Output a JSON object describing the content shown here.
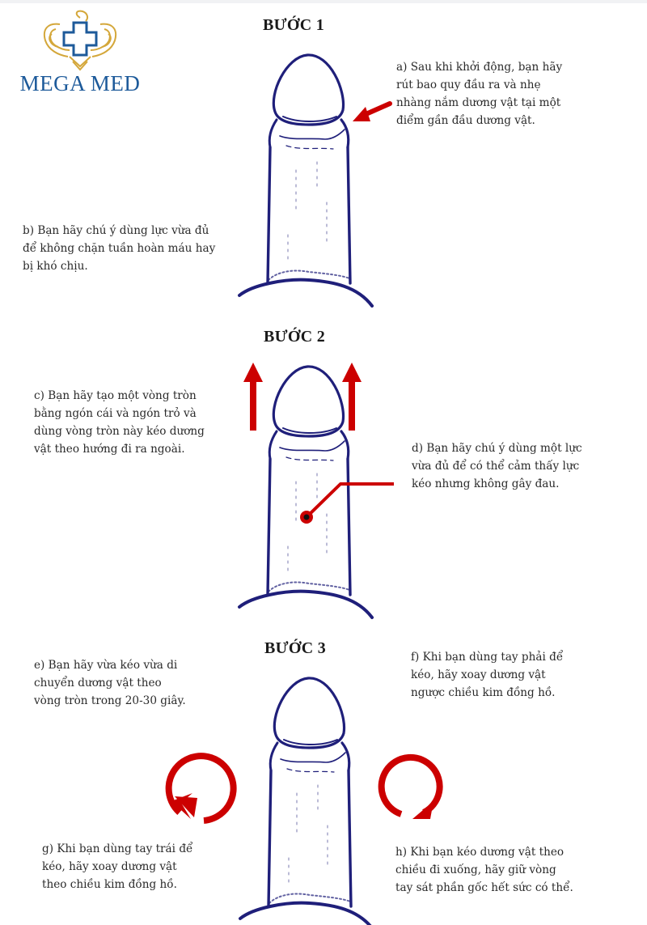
{
  "brand": {
    "name": "MEGA MED",
    "colors": {
      "blue": "#1d5a9a",
      "gold": "#d4a73a"
    }
  },
  "colors": {
    "ink": "#1f1f7a",
    "accent_red": "#cc0000",
    "text": "#2a2a2a"
  },
  "steps": [
    {
      "title": "BƯỚC 1",
      "notes": [
        {
          "id": "a",
          "text": "a) Sau khi khởi động, bạn hãy\nrút bao quy đầu ra và nhẹ\nnhàng nắm dương vật tại một\nđiểm gần đầu dương vật."
        },
        {
          "id": "b",
          "text": "b) Bạn hãy chú ý dùng lực vừa đủ\nđể không chặn tuần hoàn máu hay\nbị khó chịu."
        }
      ],
      "indicator": "arrow-left"
    },
    {
      "title": "BƯỚC 2",
      "notes": [
        {
          "id": "c",
          "text": "c) Bạn hãy tạo một vòng tròn\nbằng ngón cái và ngón trỏ và\ndùng vòng tròn này kéo dương\nvật theo hướng đi ra ngoài."
        },
        {
          "id": "d",
          "text": "d) Bạn hãy chú ý dùng một lực\nvừa đủ để có thể cảm thấy lực\nkéo nhưng không gây đau."
        }
      ],
      "indicator": "arrows-up"
    },
    {
      "title": "BƯỚC 3",
      "notes": [
        {
          "id": "e",
          "text": "e) Bạn hãy vừa kéo vừa di\nchuyển dương vật theo\nvòng tròn trong 20-30 giây."
        },
        {
          "id": "f",
          "text": "f) Khi bạn dùng tay phải để\nkéo, hãy xoay dương vật\nngược chiều kim đồng hồ."
        },
        {
          "id": "g",
          "text": "g) Khi bạn dùng tay trái để\nkéo, hãy xoay dương vật\ntheo chiều kim đồng hồ."
        },
        {
          "id": "h",
          "text": "h) Khi bạn kéo dương vật theo\nchiều đi xuống, hãy giữ vòng\ntay sát phần gốc hết sức có thể."
        }
      ],
      "indicator": "rotation-arrows"
    }
  ]
}
